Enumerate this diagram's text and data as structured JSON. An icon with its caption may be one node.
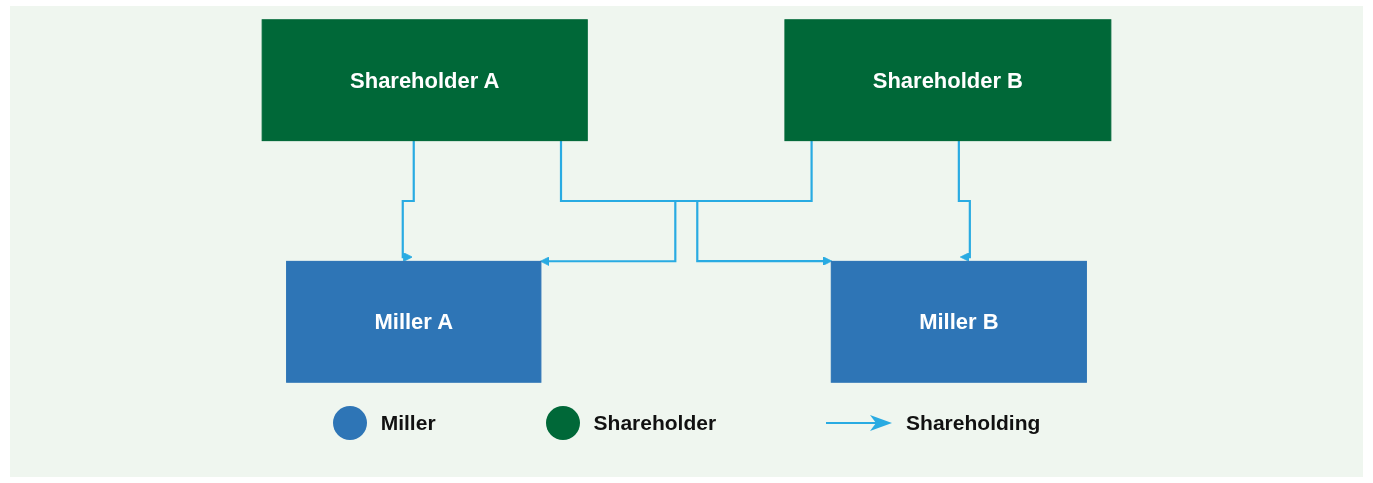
{
  "diagram": {
    "nodes": [
      {
        "text": [
          "Shareholder A"
        ]
      },
      {
        "text": [
          "Shareholder B"
        ]
      },
      {
        "text": [
          "Miller A"
        ]
      },
      {
        "text": [
          "Miller B"
        ]
      }
    ],
    "edges": [
      {
        "from": 0,
        "to": 2,
        "arrow": "to"
      },
      {
        "from": 1,
        "to": 2,
        "arrow": "to"
      },
      {
        "from": 0,
        "to": 3,
        "arrow": "to"
      },
      {
        "from": 1,
        "to": 3,
        "arrow": "to"
      }
    ],
    "legend": [
      {
        "text": "Miller",
        "color": "#2e75b6"
      },
      {
        "text": "Shareholder",
        "color": "#006838"
      },
      {
        "text": "Shareholding"
      }
    ]
  }
}
